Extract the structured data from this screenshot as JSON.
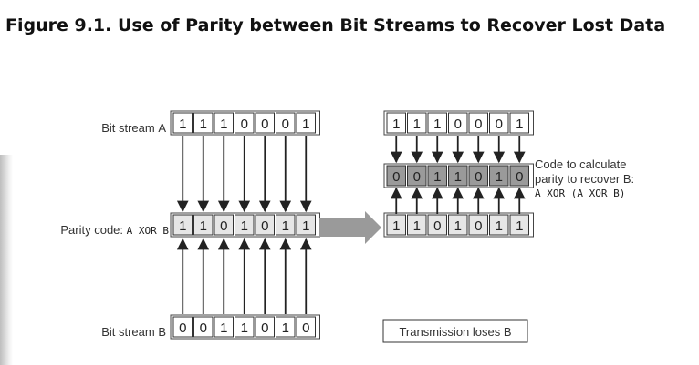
{
  "figure": {
    "title": "Figure 9.1. Use of Parity between Bit Streams to Recover Lost Data"
  },
  "diagram": {
    "bit_stream_a": {
      "label_text": "Bit stream ",
      "label_var": "A",
      "bits": [
        "1",
        "1",
        "1",
        "0",
        "0",
        "0",
        "1"
      ]
    },
    "parity": {
      "label_text": "Parity code: ",
      "label_expr": "A XOR B",
      "bits": [
        "1",
        "1",
        "0",
        "1",
        "0",
        "1",
        "1"
      ]
    },
    "bit_stream_b": {
      "label_text": "Bit stream ",
      "label_var": "B",
      "bits": [
        "0",
        "0",
        "1",
        "1",
        "0",
        "1",
        "0"
      ]
    },
    "right_a_bits": [
      "1",
      "1",
      "1",
      "0",
      "0",
      "0",
      "1"
    ],
    "recovered_bits": [
      "0",
      "0",
      "1",
      "1",
      "0",
      "1",
      "0"
    ],
    "right_parity_bits": [
      "1",
      "1",
      "0",
      "1",
      "0",
      "1",
      "1"
    ],
    "note_line1": "Code to calculate",
    "note_line2": "parity to recover B:",
    "note_line3": "A XOR (A XOR B)",
    "loss_label": "Transmission loses B"
  },
  "colors": {
    "cell_plain": "#ffffff",
    "cell_parity": "#e6e6e6",
    "cell_recovered": "#9a9a9a",
    "transfer_arrow": "#9a9a9a",
    "line": "#222222"
  }
}
